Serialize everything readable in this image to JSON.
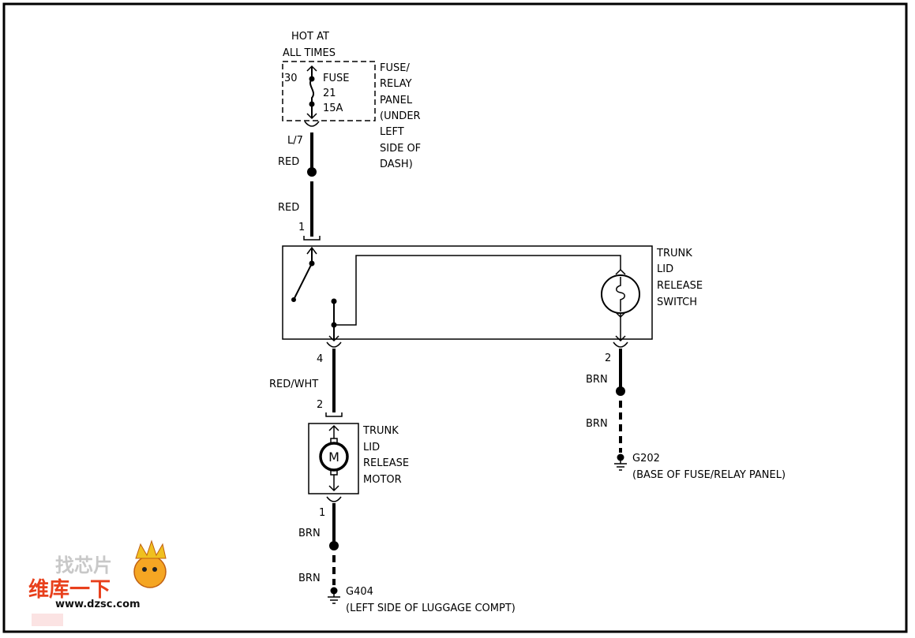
{
  "fuse_block": {
    "hot_line1": "HOT AT",
    "hot_line2": "ALL TIMES",
    "pin": "30",
    "fuse_label": "FUSE",
    "fuse_num": "21",
    "fuse_amp": "15A",
    "panel_lines": [
      "FUSE/",
      "RELAY",
      "PANEL",
      "(UNDER",
      "LEFT",
      "SIDE OF",
      "DASH)"
    ]
  },
  "wires": {
    "w1_pin": "L/7",
    "w1_color": "RED",
    "w2_color": "RED",
    "switch_pin_top": "1",
    "switch_pin_out": "4",
    "w3_color": "RED/WHT",
    "motor_pin_in": "2",
    "motor_pin_out": "1",
    "w4_color": "BRN",
    "w5_color": "BRN",
    "switch_pin_right": "2",
    "w6_color": "BRN",
    "w7_color": "BRN"
  },
  "switch": {
    "lines": [
      "TRUNK",
      "LID",
      "RELEASE",
      "SWITCH"
    ]
  },
  "motor": {
    "symbol": "M",
    "lines": [
      "TRUNK",
      "LID",
      "RELEASE",
      "MOTOR"
    ]
  },
  "grounds": {
    "g202_id": "G202",
    "g202_desc": "(BASE OF FUSE/RELAY PANEL)",
    "g404_id": "G404",
    "g404_desc": "(LEFT SIDE OF LUGGAGE COMPT)"
  },
  "watermark": {
    "line1": "找芯片",
    "line2": "维库一下",
    "url": "www.dzsc.com"
  }
}
